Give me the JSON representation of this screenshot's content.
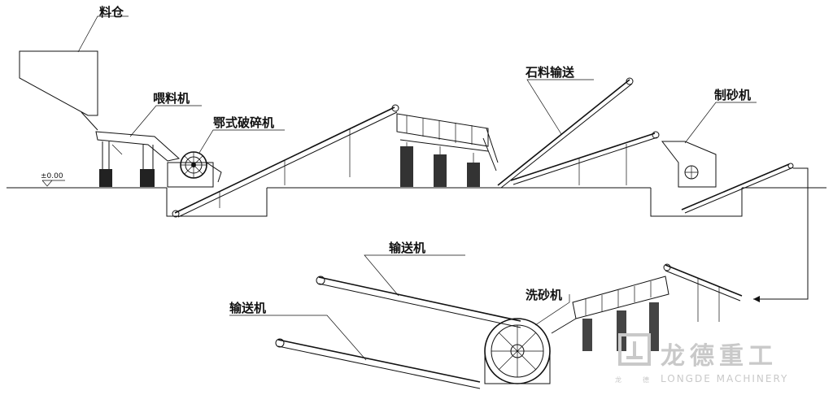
{
  "datum_mark": "±0.00",
  "labels": {
    "silo": "料仓",
    "feeder": "喂料机",
    "jaw_crusher": "鄂式破碎机",
    "stone_conveying": "石料输送",
    "sand_maker": "制砂机",
    "conveyor_upper": "输送机",
    "conveyor_lower": "输送机",
    "sand_washer": "洗砂机"
  },
  "watermark": {
    "brand_cn": "龙德重工",
    "brand_en": "LONGDE MACHINERY",
    "brand_small_1": "龙",
    "brand_small_2": "德"
  }
}
